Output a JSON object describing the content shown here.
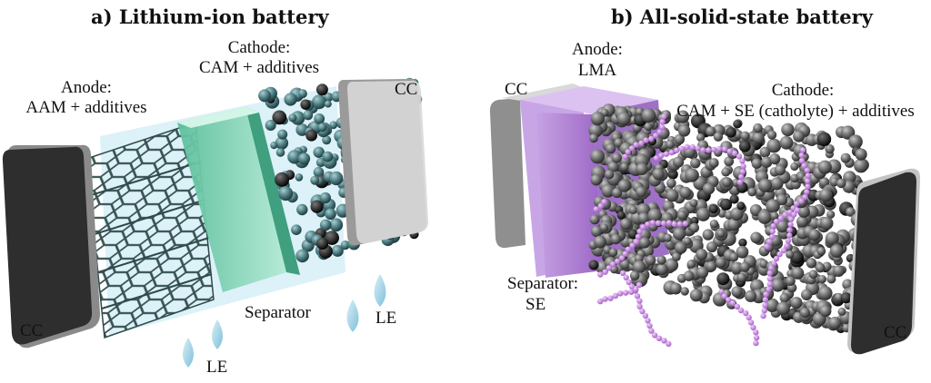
{
  "panel_a": {
    "title": "a) Lithium-ion battery",
    "labels": {
      "anode_line1": "Anode:",
      "anode_line2": "AAM + additives",
      "cathode_line1": "Cathode:",
      "cathode_line2": "CAM + additives",
      "cc_right": "CC",
      "cc_left": "CC",
      "separator": "Separator",
      "le_bottom": "LE",
      "le_right": "LE"
    },
    "colors": {
      "cc": "#2e2e2e",
      "separator": "#7fd6b5",
      "electrolyte": "#bfe6f3",
      "graphite": "#2f4a4a",
      "particle": "#4f7f84",
      "droplet": "#9fd3e6"
    }
  },
  "panel_b": {
    "title": "b) All-solid-state battery",
    "labels": {
      "cc_left": "CC",
      "anode_line1": "Anode:",
      "anode_line2": "LMA",
      "cathode_line1": "Cathode:",
      "cathode_line2": "CAM + SE (catholyte) + additives",
      "separator_line1": "Separator:",
      "separator_line2": "SE",
      "cc_right": "CC"
    },
    "colors": {
      "cc": "#2e2e2e",
      "anode": "#b58ad6",
      "cc_grey": "#b5b5b5",
      "particle": "#6e6e6e",
      "catholyte": "#c98bde"
    }
  }
}
